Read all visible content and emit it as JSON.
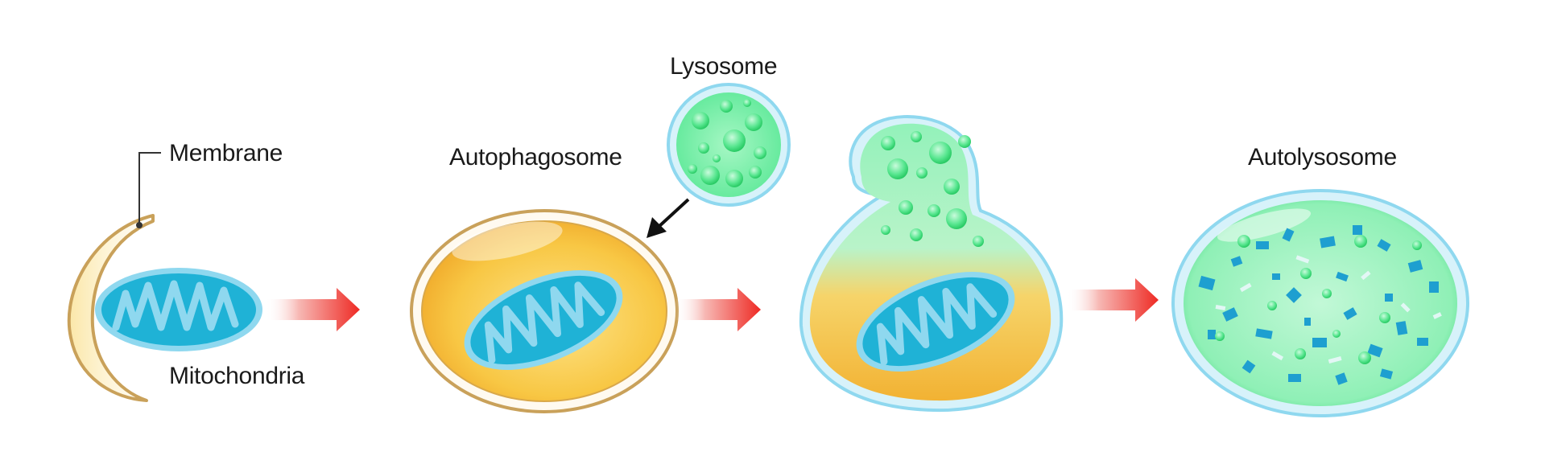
{
  "labels": {
    "membrane": "Membrane",
    "mitochondria": "Mitochondria",
    "autophagosome": "Autophagosome",
    "lysosome": "Lysosome",
    "autolysosome": "Autolysosome"
  },
  "colors": {
    "mitochondria_fill": "#1fb2d6",
    "mitochondria_outline": "#8fd8ef",
    "membrane_yellow": "#f6c23d",
    "membrane_outline": "#c9a15a",
    "lysosome_green": "#7ff0ad",
    "lysosome_granule": "#2ed36a",
    "arrow_red": "#ee2a24",
    "arrow_fade": "#ffffff",
    "autolysosome_green": "#7fe6a8",
    "fragment_blue": "#1e9fd0"
  }
}
